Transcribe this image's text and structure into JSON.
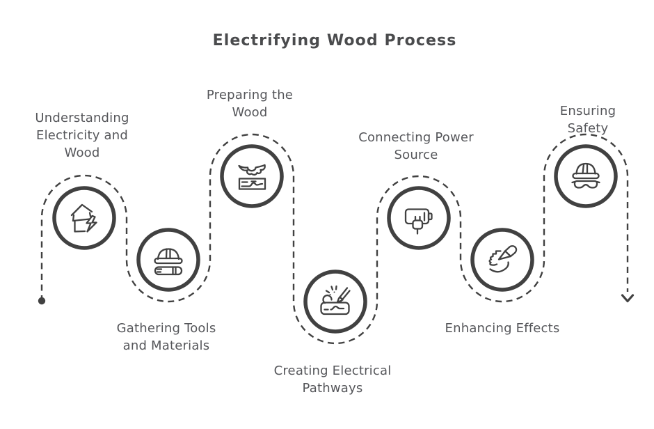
{
  "title": "Electrifying Wood Process",
  "colors": {
    "outline": "#414141",
    "label_text": "#55565a",
    "title_text": "#4a4b4d",
    "background": "#ffffff"
  },
  "flow": {
    "style": "dashed-serpentine",
    "start_marker": "dot",
    "end_marker": "down-arrow"
  },
  "steps": [
    {
      "label": "Understanding Electricity and Wood",
      "icon": "house-lightning-icon",
      "label_position": "above"
    },
    {
      "label": "Gathering Tools and Materials",
      "icon": "hardhat-tools-icon",
      "label_position": "below"
    },
    {
      "label": "Preparing the Wood",
      "icon": "saw-plank-icon",
      "label_position": "above"
    },
    {
      "label": "Creating Electrical Pathways",
      "icon": "engraving-pen-icon",
      "label_position": "below"
    },
    {
      "label": "Connecting Power Source",
      "icon": "battery-plug-icon",
      "label_position": "above"
    },
    {
      "label": "Enhancing Effects",
      "icon": "paintbrush-icon",
      "label_position": "below"
    },
    {
      "label": "Ensuring Safety",
      "icon": "hardhat-goggles-icon",
      "label_position": "above"
    }
  ]
}
